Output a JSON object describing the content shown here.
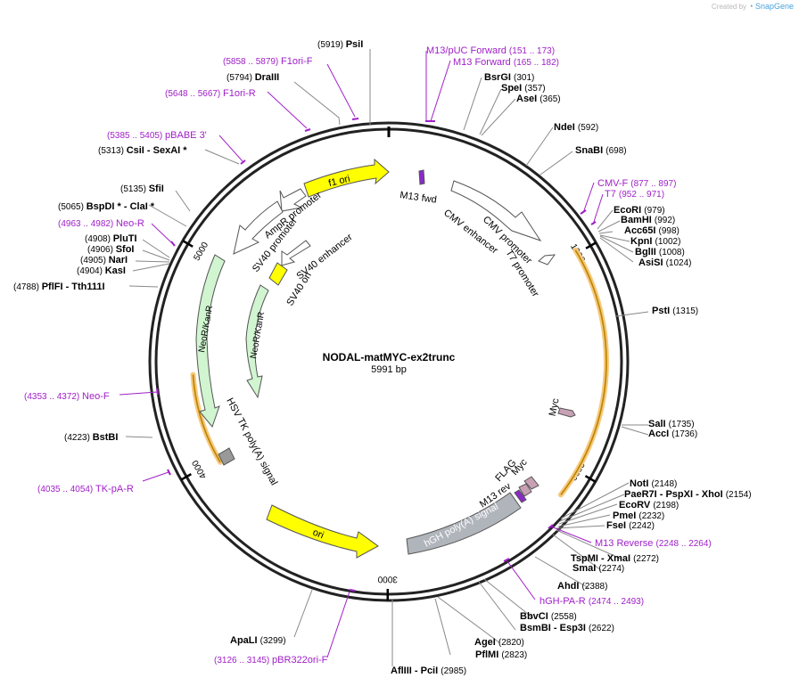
{
  "branding": {
    "created_by": "Created by",
    "app": "SnapGene"
  },
  "plasmid": {
    "name": "NODAL-matMYC-ex2trunc",
    "size": "5991 bp",
    "length": 5991
  },
  "ticks": [
    {
      "label": "1000",
      "pos": 1000
    },
    {
      "label": "2000",
      "pos": 2000
    },
    {
      "label": "3000",
      "pos": 3000
    },
    {
      "label": "4000",
      "pos": 4000
    },
    {
      "label": "5000",
      "pos": 5000
    }
  ],
  "features": [
    {
      "name": "f1 ori",
      "start": 5457,
      "end": 5913,
      "dir": 1,
      "color": "#ffff00",
      "stroke": "#555555",
      "lane": 0
    },
    {
      "name": "AmpR promoter",
      "start": 5266,
      "end": 5370,
      "dir": -1,
      "color": "#ffffff",
      "stroke": "#555555",
      "lane": 0
    },
    {
      "name": "SV40 promoter",
      "start": 4938,
      "end": 5267,
      "dir": -1,
      "color": "#ffffff",
      "stroke": "#555555",
      "lane": 0
    },
    {
      "name": "CMV enhancer",
      "start": 380,
      "end": 759,
      "dir": 1,
      "color": "#ffffff",
      "stroke": "#555555",
      "lane": 0
    },
    {
      "name": "CMV promoter",
      "start": 760,
      "end": 963,
      "dir": 1,
      "color": "#ffffff",
      "stroke": "#555555",
      "lane": 0
    },
    {
      "name": "NeoR/KanR",
      "start": 4185,
      "end": 4978,
      "dir": -1,
      "color": "#d0f5d0",
      "stroke": "#555555",
      "lane": 1
    },
    {
      "name": "SV40 enhancer",
      "start": 5040,
      "end": 5190,
      "dir": 1,
      "color": "#ffffff",
      "stroke": "#555555",
      "lane": 2
    },
    {
      "name": "SV40 ori",
      "start": 4975,
      "end": 5040,
      "dir": 0,
      "color": "#ffff00",
      "stroke": "#555555",
      "lane": 2
    },
    {
      "name": "NeoR/KanR",
      "start": 4250,
      "end": 4980,
      "dir": -1,
      "color": "#d0f5d0",
      "stroke": "#555555",
      "lane": 3
    },
    {
      "name": "HSV TK poly(A) signal",
      "start": 3922,
      "end": 3970,
      "dir": 0,
      "color": "#999999",
      "stroke": "#555555",
      "lane": 2
    },
    {
      "name": "ori",
      "start": 3200,
      "end": 3789,
      "dir": -1,
      "color": "#ffff00",
      "stroke": "#555555",
      "lane": 0
    },
    {
      "name": "hGH poly(A) signal",
      "start": 2340,
      "end": 2820,
      "dir": 0,
      "color": "#b0b4bb",
      "stroke": "#555555",
      "lane": 1
    },
    {
      "name": "Myc",
      "start": 1712,
      "end": 1742,
      "dir": 1,
      "color": "#c8a0b4",
      "stroke": "#555555",
      "lane": 2
    },
    {
      "name": "Myc",
      "start": 2290,
      "end": 2320,
      "dir": 1,
      "color": "#c8a0b4",
      "stroke": "#555555",
      "lane": 2
    },
    {
      "name": "FLAG",
      "start": 2260,
      "end": 2284,
      "dir": 1,
      "color": "#c8a0b4",
      "stroke": "#555555",
      "lane": 3
    }
  ],
  "orange_arcs": [
    {
      "start": 983,
      "end": 2126,
      "lane": 0
    },
    {
      "start": 3980,
      "end": 4430,
      "lane": 1
    }
  ],
  "green_arcs": [
    {
      "start": 4185,
      "end": 4978,
      "lane": 1
    }
  ],
  "sites": [
    {
      "name": "PsiI",
      "pos": "(5919)"
    },
    {
      "name": "DraIII",
      "pos": "(5794)"
    },
    {
      "name": "CsiI  - SexAI *",
      "pos": "(5313)"
    },
    {
      "name": "SfiI",
      "pos": "(5135)"
    },
    {
      "name": "BspDI *  - ClaI *",
      "pos": "(5065)"
    },
    {
      "name": "PluTI",
      "pos": "(4908)"
    },
    {
      "name": "SfoI",
      "pos": "(4906)"
    },
    {
      "name": "NarI",
      "pos": "(4905)"
    },
    {
      "name": "KasI",
      "pos": "(4904)"
    },
    {
      "name": "PflFI  - Tth111I",
      "pos": "(4788)"
    },
    {
      "name": "BstBI",
      "pos": "(4223)"
    },
    {
      "name": "ApaLI",
      "pos": "(3299)"
    },
    {
      "name": "AflIII  - PciI",
      "pos": "(2985)"
    },
    {
      "name": "PflMI",
      "pos": "(2823)"
    },
    {
      "name": "AgeI",
      "pos": "(2820)"
    },
    {
      "name": "BsmBI  - Esp3I",
      "pos": "(2622)"
    },
    {
      "name": "BbvCI",
      "pos": "(2558)"
    },
    {
      "name": "AhdI",
      "pos": "(2388)"
    },
    {
      "name": "SmaI",
      "pos": "(2274)"
    },
    {
      "name": "TspMI  - XmaI",
      "pos": "(2272)"
    },
    {
      "name": "FseI",
      "pos": "(2242)"
    },
    {
      "name": "PmeI",
      "pos": "(2232)"
    },
    {
      "name": "EcoRV",
      "pos": "(2198)"
    },
    {
      "name": "PaeR7I  - PspXI  - XhoI",
      "pos": "(2154)"
    },
    {
      "name": "NotI",
      "pos": "(2148)"
    },
    {
      "name": "SalI",
      "pos": "(1735)"
    },
    {
      "name": "AccI",
      "pos": "(1736)"
    },
    {
      "name": "PstI",
      "pos": "(1315)"
    },
    {
      "name": "AsiSI",
      "pos": "(1024)"
    },
    {
      "name": "BglII",
      "pos": "(1008)"
    },
    {
      "name": "KpnI",
      "pos": "(1002)"
    },
    {
      "name": "Acc65I",
      "pos": "(998)"
    },
    {
      "name": "BamHI",
      "pos": "(992)"
    },
    {
      "name": "EcoRI",
      "pos": "(979)"
    },
    {
      "name": "SnaBI",
      "pos": "(698)"
    },
    {
      "name": "NdeI",
      "pos": "(592)"
    },
    {
      "name": "AseI",
      "pos": "(365)"
    },
    {
      "name": "SpeI",
      "pos": "(357)"
    },
    {
      "name": "BsrGI",
      "pos": "(301)"
    }
  ],
  "primers": [
    {
      "name": "F1ori-F",
      "pos": "(5858 .. 5879)"
    },
    {
      "name": "F1ori-R",
      "pos": "(5648 .. 5667)"
    },
    {
      "name": "pBABE 3'",
      "pos": "(5385 .. 5405)"
    },
    {
      "name": "Neo-R",
      "pos": "(4963 .. 4982)"
    },
    {
      "name": "Neo-F",
      "pos": "(4353 .. 4372)"
    },
    {
      "name": "TK-pA-R",
      "pos": "(4035 .. 4054)"
    },
    {
      "name": "pBR322ori-F",
      "pos": "(3126 .. 3145)"
    },
    {
      "name": "hGH-PA-R",
      "pos": "(2474 .. 2493)"
    },
    {
      "name": "M13 Reverse",
      "pos": "(2248 .. 2264)"
    },
    {
      "name": "CMV-F",
      "pos": "(877 .. 897)"
    },
    {
      "name": "T7",
      "pos": "(952 .. 971)"
    },
    {
      "name": "M13/pUC Forward",
      "pos": "(151 .. 173)"
    },
    {
      "name": "M13 Forward",
      "pos": "(165 .. 182)"
    }
  ],
  "inner_labels": {
    "m13fwd": "M13 fwd",
    "cmv_enh": "CMV enhancer",
    "cmv_prom": "CMV promoter",
    "t7_prom": "T7 promoter",
    "f1ori": "f1 ori",
    "ampr_prom": "AmpR promoter",
    "sv40_prom": "SV40 promoter",
    "sv40_enh": "SV40 enhancer",
    "sv40_ori": "SV40 ori",
    "neo1": "NeoR/KanR",
    "neo2": "NeoR/KanR",
    "hsvtk": "HSV TK poly(A) signal",
    "ori": "ori",
    "hgh": "hGH poly(A) signal",
    "myc1": "Myc",
    "myc2": "Myc",
    "flag": "FLAG",
    "m13rev": "M13 rev"
  }
}
